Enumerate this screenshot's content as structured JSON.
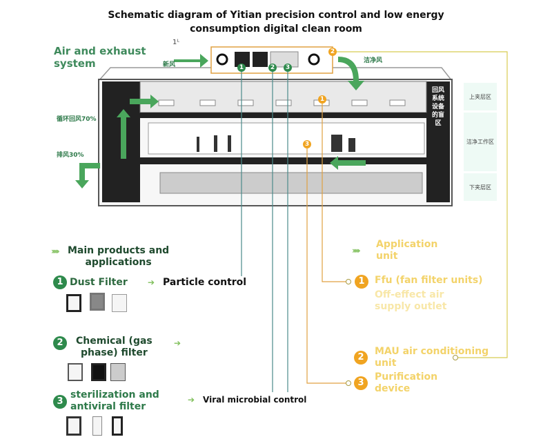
{
  "title": {
    "line1": "Schematic diagram of Yitian precision control and low energy",
    "line2": "consumption digital clean room"
  },
  "air_system": {
    "heading_line1": "Air and exhaust",
    "heading_line2": "system",
    "fresh_air": "新风",
    "clean_air": "洁净风",
    "return_air": "循环回风70%",
    "exhaust": "排风30%",
    "marker": "1ᴸ"
  },
  "zones": {
    "upper": "上夹层区",
    "work": "洁净工作区",
    "lower": "下夹层区",
    "vertical": "回风系统设备的盲区"
  },
  "ahu_markers": [
    "1",
    "2",
    "3"
  ],
  "ffu_marker": "1",
  "purif_marker": "3",
  "mau_marker": "2",
  "products": {
    "heading_line1": "Main products and",
    "heading_line2": "applications",
    "items": [
      {
        "num": "1",
        "name": "Dust Filter",
        "application": "Particle control"
      },
      {
        "num": "2",
        "name_line1": "Chemical (gas",
        "name_line2": "phase) filter"
      },
      {
        "num": "3",
        "name_line1": "sterilization and",
        "name_line2": "antiviral filter",
        "application": "Viral microbial control"
      }
    ]
  },
  "application": {
    "heading_line1": "Application",
    "heading_line2": "unit",
    "items": [
      {
        "num": "1",
        "line1": "Ffu (fan filter units)",
        "line2": "Off-effect air",
        "line3": "supply outlet"
      },
      {
        "num": "2",
        "line1": "MAU air conditioning",
        "line2": "unit"
      },
      {
        "num": "3",
        "line1": "Purification",
        "line2": "device"
      }
    ]
  },
  "colors": {
    "green": "#3f8a5c",
    "orange": "#f0a421",
    "yellow": "#f3d36a"
  }
}
